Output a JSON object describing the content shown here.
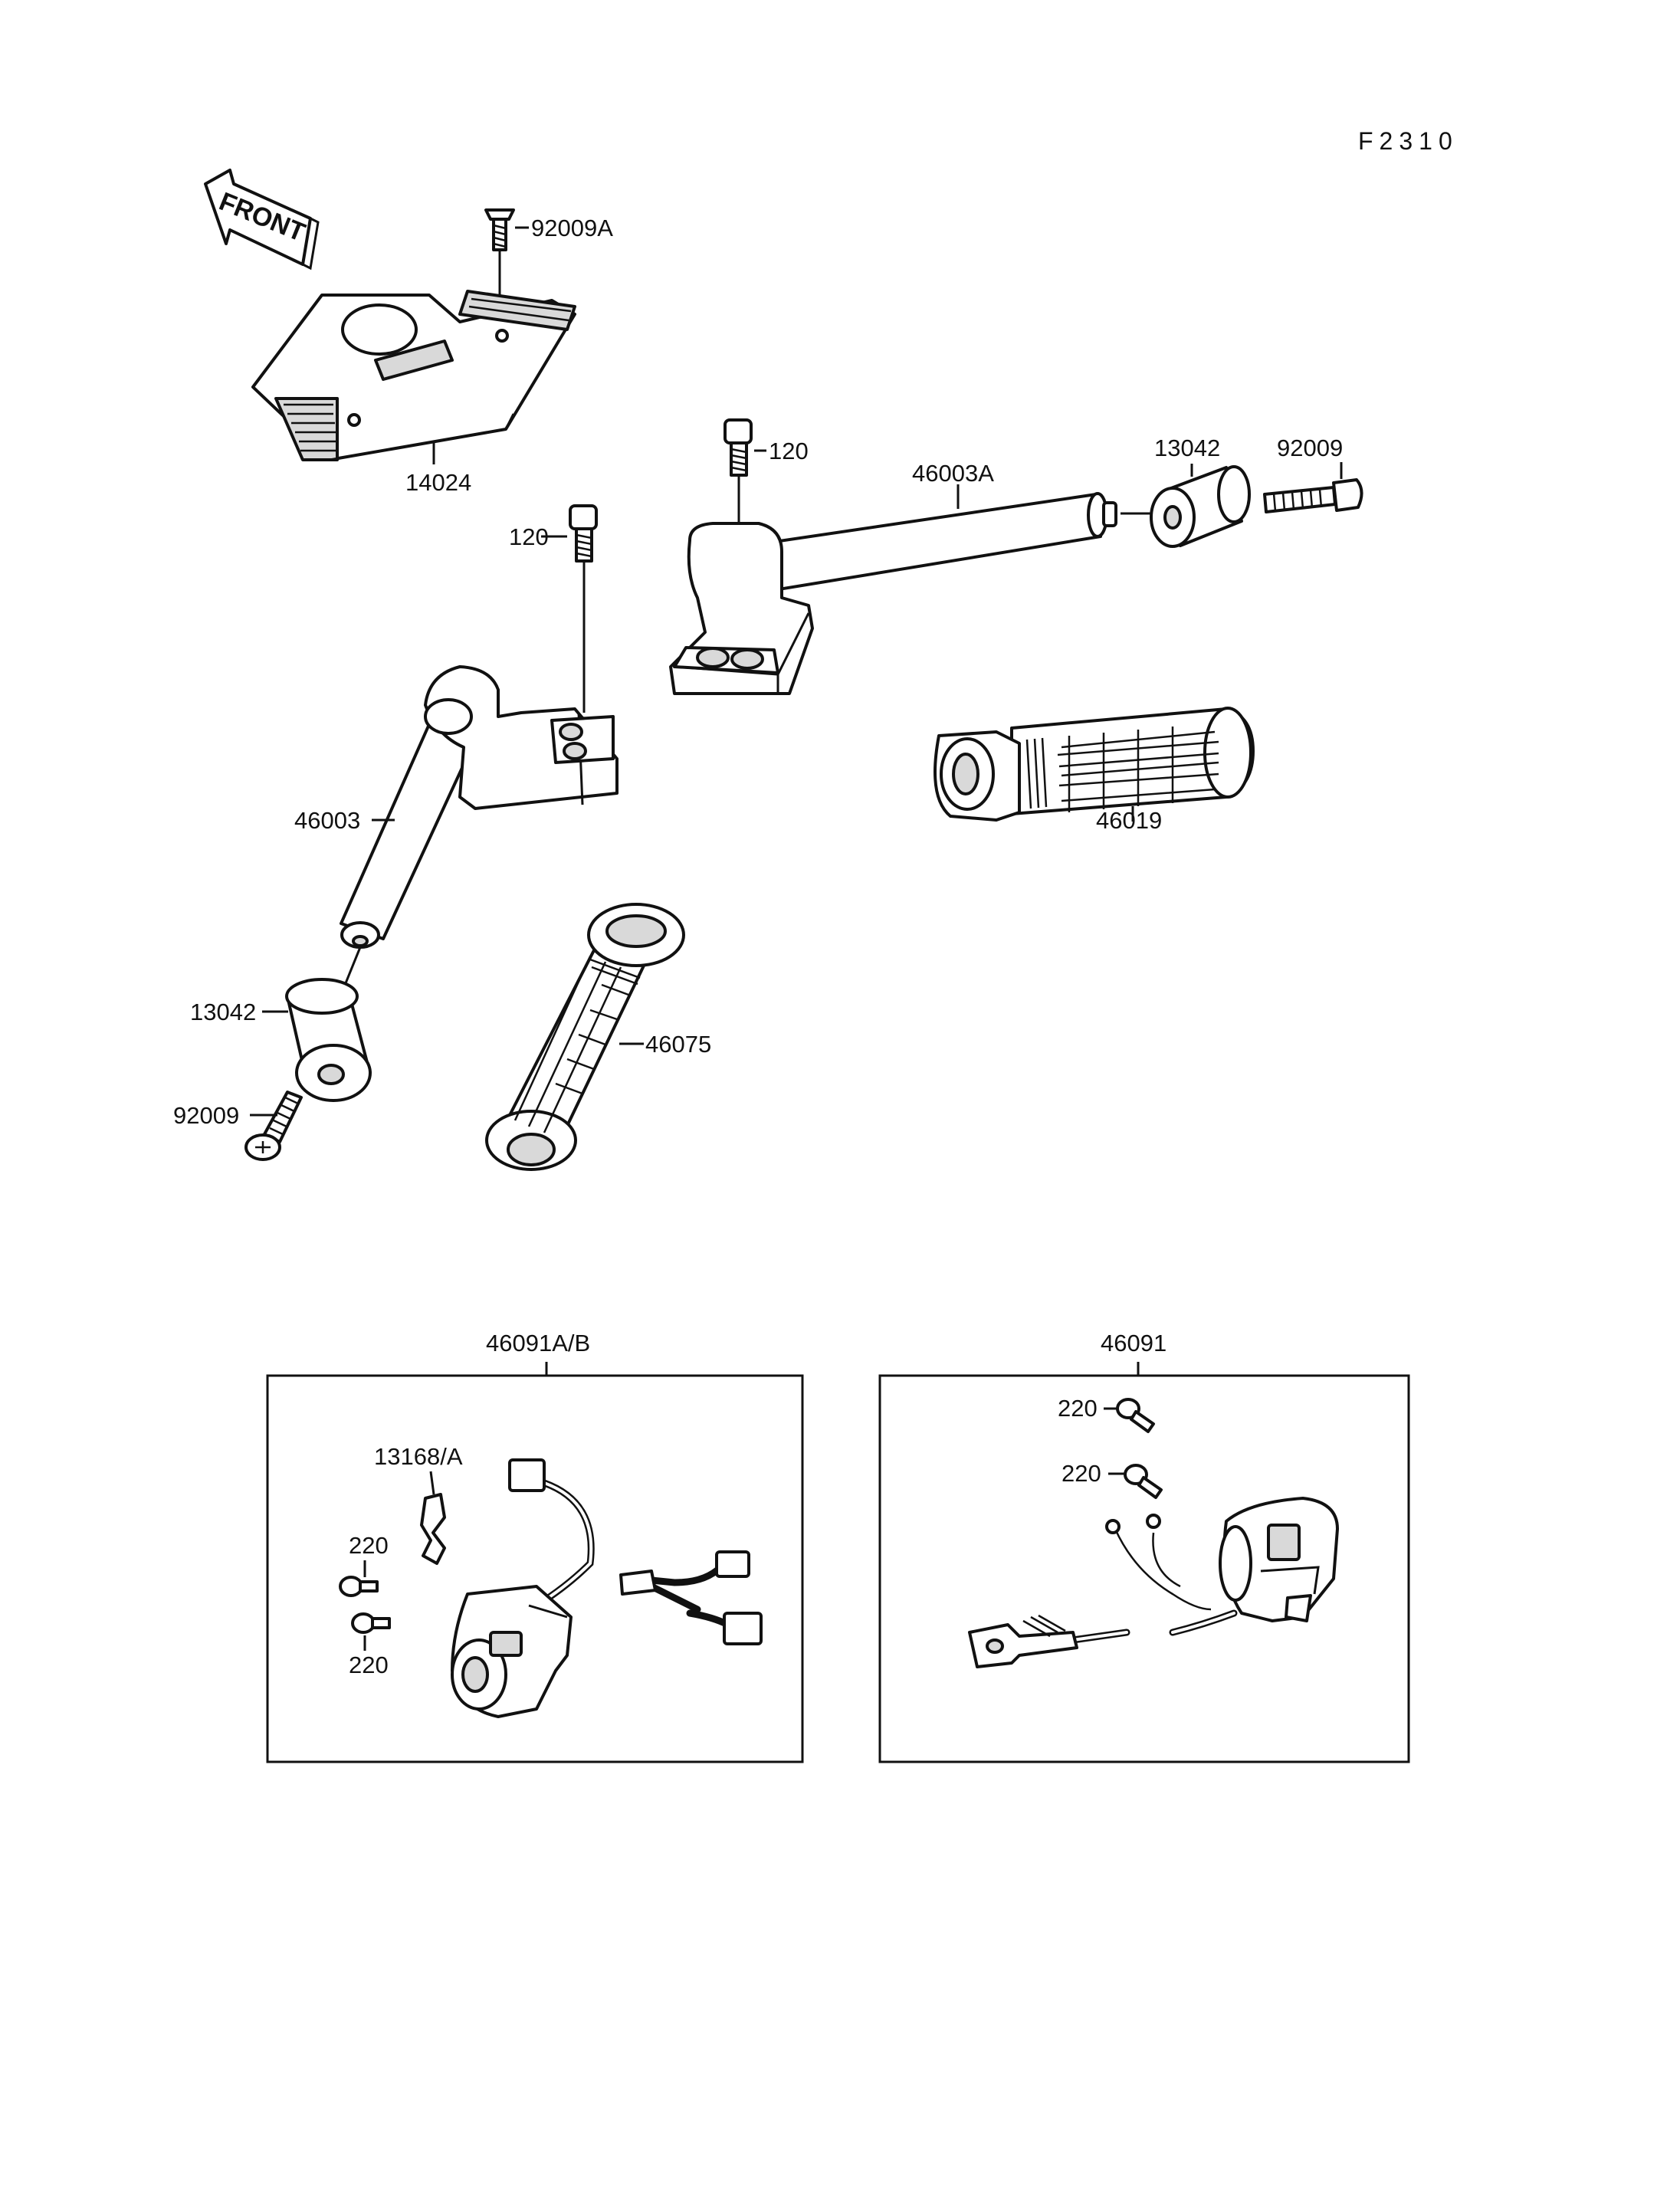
{
  "diagram": {
    "code": "F2310",
    "front_label": "FRONT",
    "labels": {
      "p92009A": "92009A",
      "p14024": "14024",
      "p120_left": "120",
      "p120_right": "120",
      "p46003A": "46003A",
      "p13042_right": "13042",
      "p92009_right": "92009",
      "p46003": "46003",
      "p46019": "46019",
      "p13042_left": "13042",
      "p46075": "46075",
      "p92009_left": "92009"
    },
    "boxes": {
      "left": {
        "title": "46091A/B",
        "p13168": "13168/A",
        "p220_top": "220",
        "p220_bottom": "220"
      },
      "right": {
        "title": "46091",
        "p220_top": "220",
        "p220_second": "220"
      }
    }
  }
}
